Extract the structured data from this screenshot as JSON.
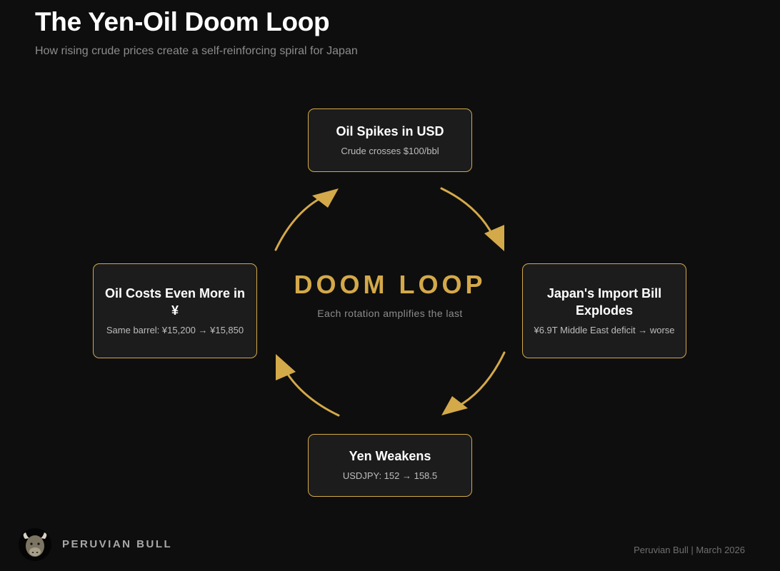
{
  "header": {
    "title": "The Yen-Oil Doom Loop",
    "subtitle": "How rising crude prices create a self-reinforcing spiral for Japan"
  },
  "center": {
    "title": "DOOM LOOP",
    "subtitle": "Each rotation amplifies the last"
  },
  "nodes": [
    {
      "title": "Oil Spikes in USD",
      "detail": "Crude crosses $100/bbl"
    },
    {
      "title": "Japan's Import Bill Explodes",
      "detail": "¥6.9T Middle East deficit → worse"
    },
    {
      "title": "Yen Weakens",
      "detail": "USDJPY: 152 → 158.5"
    },
    {
      "title": "Oil Costs Even More in ¥",
      "detail": "Same barrel: ¥15,200 → ¥15,850"
    }
  ],
  "footer": {
    "brand": "PERUVIAN BULL",
    "credit": "Peruvian Bull | March 2026"
  },
  "colors": {
    "background": "#0e0e0e",
    "accent": "#d4a94a",
    "card": "#1c1c1c"
  },
  "icons": {
    "avatar": "bull-head-icon",
    "arrows": "curved-arrow-icon"
  }
}
